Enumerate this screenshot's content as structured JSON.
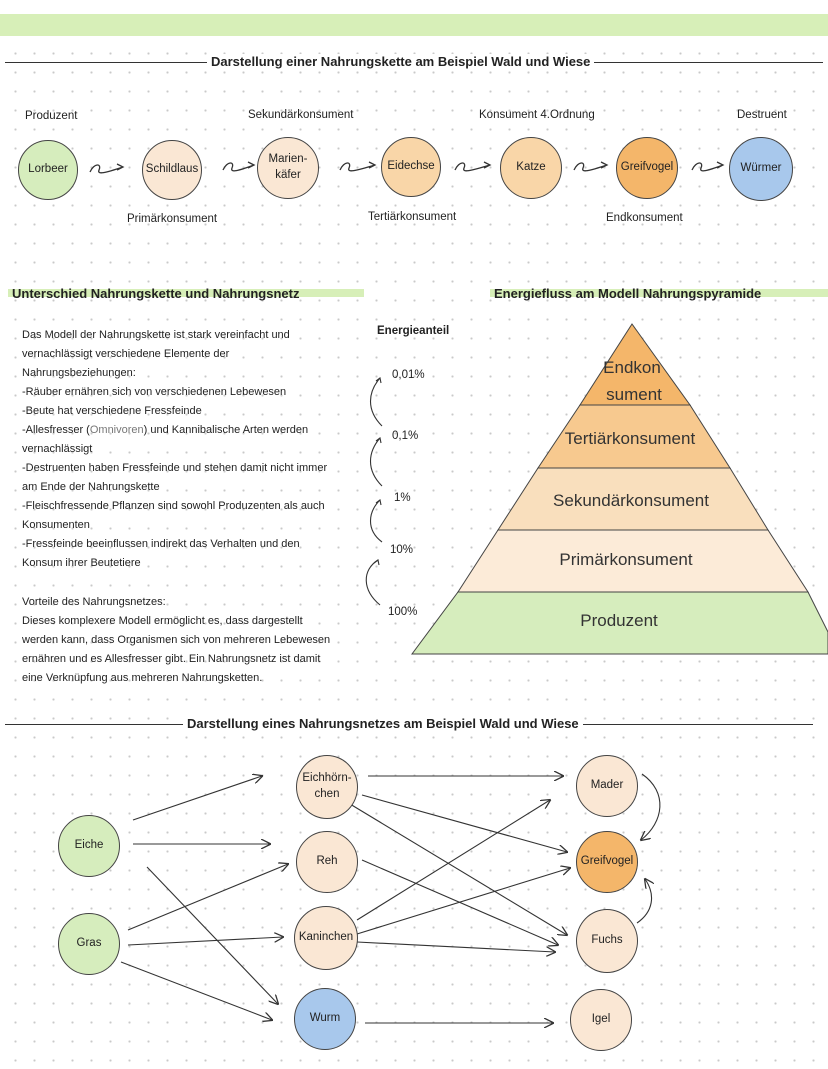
{
  "section1": {
    "title": "Darstellung einer Nahrungskette am Beispiel Wald und Wiese",
    "chain": [
      "Lorbeer",
      "Schildlaus",
      "Marien-\nkäfer",
      "Eidechse",
      "Katze",
      "Greifvogel",
      "Würmer"
    ],
    "labels_top": [
      "Produzent",
      "Sekundärkonsument",
      "Konsument 4.Ordnung",
      "Destruent"
    ],
    "labels_bottom": [
      "Primärkonsument",
      "Tertiärkonsument",
      "Endkonsument"
    ]
  },
  "section2": {
    "title": "Unterschied Nahrungskette und Nahrungsnetz",
    "lines": [
      "Das Modell der Nahrungskette ist stark vereinfacht und",
      "vernachlässigt verschiedene Elemente der",
      "Nahrungsbeziehungen:",
      "-Räuber ernähren sich von verschiedenen Lebewesen",
      "-Beute hat verschiedene Fressfeinde"
    ],
    "omni_pre": "-Allesfresser (",
    "omni_word": "Omnivoren",
    "omni_post": ") und Kannibalische Arten werden",
    "lines2": [
      "vernachlässigt",
      "-Destruenten haben Fressfeinde und stehen damit nicht immer",
      "am Ende der Nahrungskette",
      "-Fleischfressende Pflanzen sind sowohl Produzenten als auch",
      "Konsumenten",
      "-Fressfeinde beeinflussen indirekt das Verhalten und den",
      "Konsum ihrer Beutetiere"
    ],
    "advantages_title": "Vorteile des Nahrungsnetzes:",
    "advantages_lines": [
      "Dieses komplexere Modell ermöglicht es, dass dargestellt",
      "werden kann, dass Organismen sich von mehreren Lebewesen",
      "ernähren und es Allesfresser gibt. Ein Nahrungsnetz ist damit",
      "eine Verknüpfung aus mehreren Nahrungsketten."
    ]
  },
  "section3": {
    "title": "Energiefluss am Modell Nahrungspyramide",
    "energy_title": "Energieanteil",
    "percentages": [
      "0,01%",
      "0,1%",
      "1%",
      "10%",
      "100%"
    ],
    "levels": [
      "Endkon",
      "sument",
      "Tertiärkonsument",
      "Sekundärkonsument",
      "Primärkonsument",
      "Produzent"
    ],
    "colors": {
      "top": "#f4b66a",
      "tertiary": "#f7c98f",
      "secondary": "#f9dfbd",
      "primary": "#fcebd8",
      "producer": "#d6edbd"
    }
  },
  "section4": {
    "title": "Darstellung eines Nahrungsnetzes am Beispiel Wald und Wiese",
    "producers": [
      "Eiche",
      "Gras"
    ],
    "consumers": [
      "Eichhörn-\nchen",
      "Reh",
      "Kaninchen",
      "Wurm"
    ],
    "predators": [
      "Mader",
      "Greifvogel",
      "Fuchs",
      "Igel"
    ]
  }
}
